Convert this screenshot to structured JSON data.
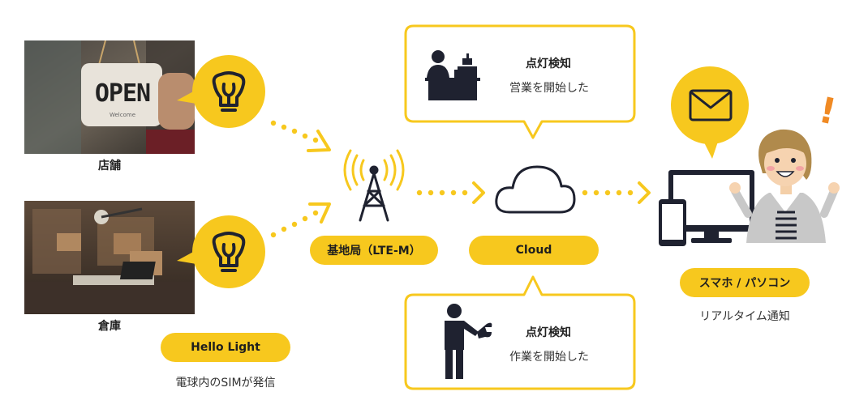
{
  "locations": {
    "store_label": "店舗",
    "warehouse_label": "倉庫",
    "open_sign_text": "OPEN",
    "open_sign_subtext": "Welcome"
  },
  "device": {
    "label": "Hello Light",
    "caption": "電球内のSIMが発信"
  },
  "base_station": {
    "label": "基地局（LTE-M）"
  },
  "cloud": {
    "label": "Cloud"
  },
  "callouts": {
    "top": {
      "title": "点灯検知",
      "body": "営業を開始した"
    },
    "bottom": {
      "title": "点灯検知",
      "body": "作業を開始した"
    }
  },
  "notification": {
    "label": "スマホ / パソコン",
    "caption": "リアルタイム通知",
    "exclamation": "!"
  },
  "colors": {
    "accent": "#f7c81e",
    "dark": "#1f2230",
    "alert": "#f08a24"
  }
}
